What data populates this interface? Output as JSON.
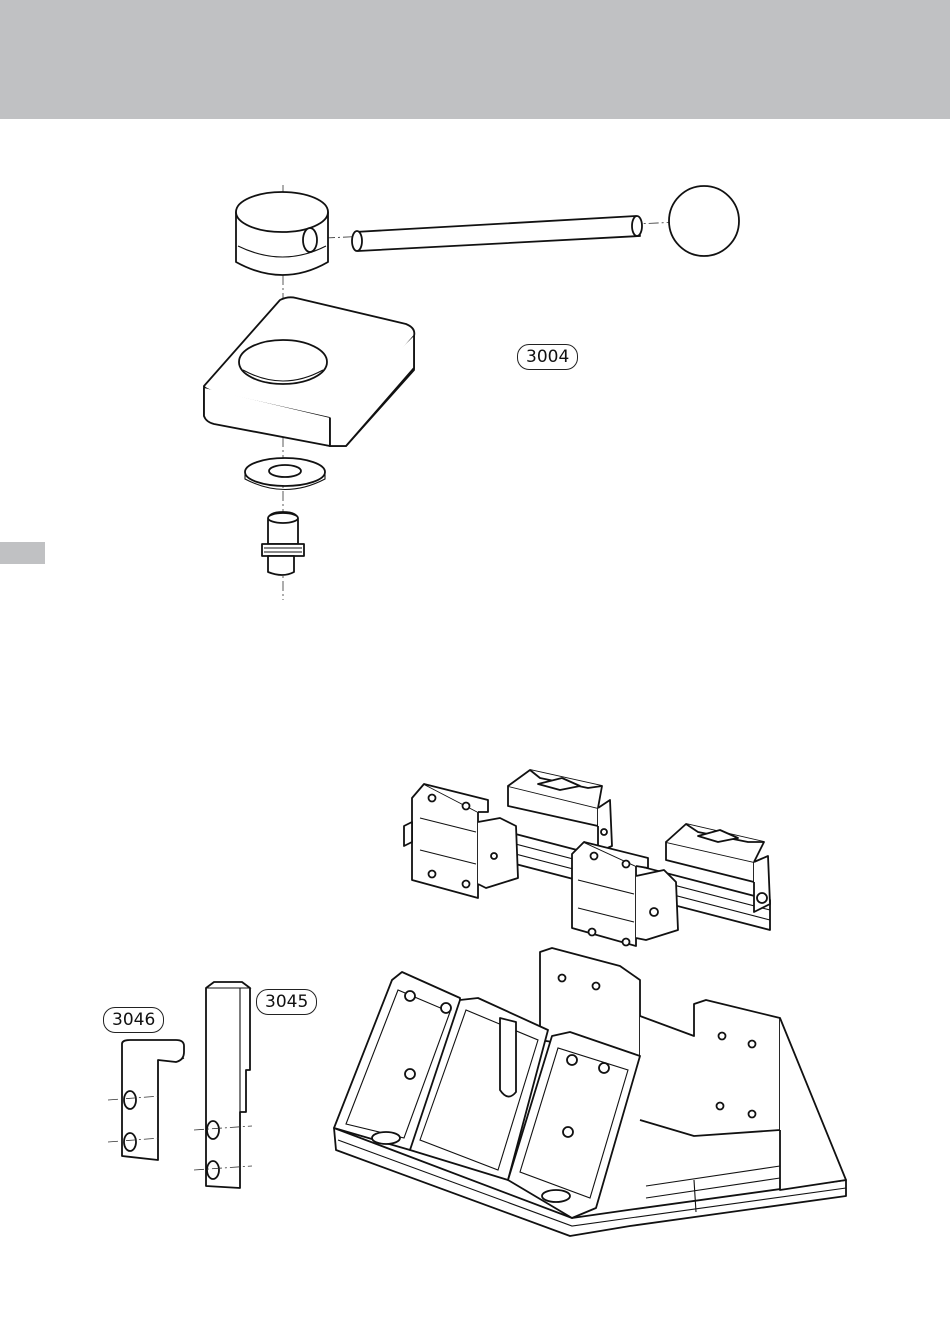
{
  "part_labels": {
    "tool_3004": "3004",
    "tool_3045": "3045",
    "tool_3046": "3046"
  },
  "colors": {
    "band": "#c0c1c3",
    "line": "#111111",
    "paper": "#ffffff"
  }
}
